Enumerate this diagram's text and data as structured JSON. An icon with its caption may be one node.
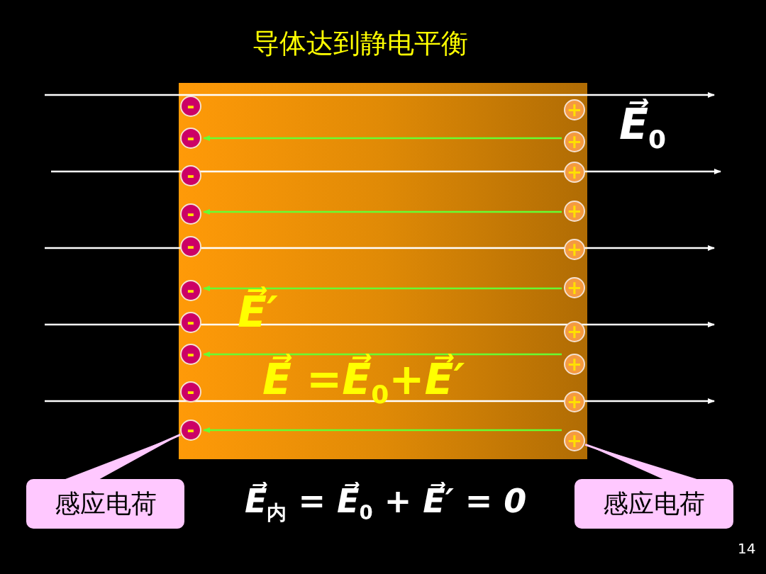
{
  "diagram": {
    "title": "导体达到静电平衡",
    "nodes": [
      {
        "text": [
          "-"
        ]
      },
      {
        "text": [
          "-"
        ]
      },
      {
        "text": [
          "-"
        ]
      },
      {
        "text": [
          "-"
        ]
      },
      {
        "text": [
          "-"
        ]
      },
      {
        "text": [
          "-"
        ]
      },
      {
        "text": [
          "-"
        ]
      },
      {
        "text": [
          "-"
        ]
      },
      {
        "text": [
          "-"
        ]
      },
      {
        "text": [
          "-"
        ]
      },
      {
        "text": [
          "+"
        ]
      },
      {
        "text": [
          "+"
        ]
      },
      {
        "text": [
          "+"
        ]
      },
      {
        "text": [
          "+"
        ]
      },
      {
        "text": [
          "+"
        ]
      },
      {
        "text": [
          "+"
        ]
      },
      {
        "text": [
          "+"
        ]
      },
      {
        "text": [
          "+"
        ]
      },
      {
        "text": [
          "+"
        ]
      },
      {
        "text": [
          "+"
        ]
      },
      {
        "text": [
          "感应电荷"
        ]
      },
      {
        "text": [
          "感应电荷"
        ]
      }
    ],
    "edges": [
      {
        "from": 11,
        "to": 1,
        "arrow": "to",
        "color": "#66ff33"
      },
      {
        "from": 13,
        "to": 3,
        "arrow": "to",
        "color": "#66ff33"
      },
      {
        "from": 15,
        "to": 5,
        "arrow": "to",
        "color": "#66ff33"
      },
      {
        "from": 17,
        "to": 7,
        "arrow": "to",
        "color": "#66ff33"
      },
      {
        "from": 19,
        "to": 9,
        "arrow": "to",
        "color": "#66ff33"
      },
      {
        "from": 20,
        "to": 9,
        "arrow": "none",
        "color": "#ffc8ff"
      },
      {
        "from": 21,
        "to": 19,
        "arrow": "none",
        "color": "#ffc8ff"
      }
    ],
    "labels": [
      "E⃗$_{0}$",
      "E⃗′",
      "E⃗ =E⃗$_{0}$+E⃗′",
      "E⃗$_{内}$ = E⃗$_{0}$ + E⃗′ = 0",
      "14"
    ]
  }
}
